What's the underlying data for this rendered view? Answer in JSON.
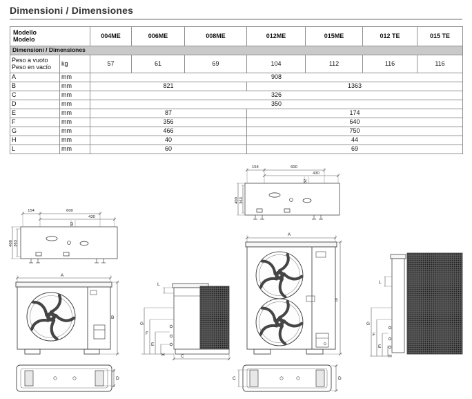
{
  "page": {
    "title": "Dimensioni / Dimensiones"
  },
  "table": {
    "header": {
      "label_line1": "Modello",
      "label_line2": "Modelo",
      "models": [
        "004ME",
        "006ME",
        "008ME",
        "012ME",
        "015ME",
        "012 TE",
        "015 TE"
      ]
    },
    "section_header": "Dimensioni / Dimensiones",
    "weight_row": {
      "label_line1": "Peso a vuoto",
      "label_line2": "Peso en vacío",
      "unit": "kg",
      "values": [
        "57",
        "61",
        "69",
        "104",
        "112",
        "116",
        "116"
      ]
    },
    "dimension_rows": [
      {
        "label": "A",
        "unit": "mm",
        "spans": [
          {
            "value": "908",
            "colspan": 7
          }
        ]
      },
      {
        "label": "B",
        "unit": "mm",
        "spans": [
          {
            "value": "821",
            "colspan": 3
          },
          {
            "value": "1363",
            "colspan": 4
          }
        ]
      },
      {
        "label": "C",
        "unit": "mm",
        "spans": [
          {
            "value": "326",
            "colspan": 7
          }
        ]
      },
      {
        "label": "D",
        "unit": "mm",
        "spans": [
          {
            "value": "350",
            "colspan": 7
          }
        ]
      },
      {
        "label": "E",
        "unit": "mm",
        "spans": [
          {
            "value": "87",
            "colspan": 3
          },
          {
            "value": "174",
            "colspan": 4
          }
        ]
      },
      {
        "label": "F",
        "unit": "mm",
        "spans": [
          {
            "value": "356",
            "colspan": 3
          },
          {
            "value": "640",
            "colspan": 4
          }
        ]
      },
      {
        "label": "G",
        "unit": "mm",
        "spans": [
          {
            "value": "466",
            "colspan": 3
          },
          {
            "value": "750",
            "colspan": 4
          }
        ]
      },
      {
        "label": "H",
        "unit": "mm",
        "spans": [
          {
            "value": "40",
            "colspan": 3
          },
          {
            "value": "44",
            "colspan": 4
          }
        ]
      },
      {
        "label": "L",
        "unit": "mm",
        "spans": [
          {
            "value": "60",
            "colspan": 3
          },
          {
            "value": "69",
            "colspan": 4
          }
        ]
      }
    ]
  },
  "drawings": {
    "footprint_dims": {
      "d154": "154",
      "d600": "600",
      "d430": "430",
      "d32": "32",
      "d400": "400",
      "d363": "363"
    },
    "dim_letters": {
      "A": "A",
      "B": "B",
      "C": "C",
      "D": "D",
      "E": "E",
      "F": "F",
      "G": "G",
      "H": "H",
      "L": "L"
    }
  },
  "colors": {
    "section_header_bg": "#c9c9c9",
    "table_border": "#8f8f8f",
    "title_color": "#333333"
  }
}
